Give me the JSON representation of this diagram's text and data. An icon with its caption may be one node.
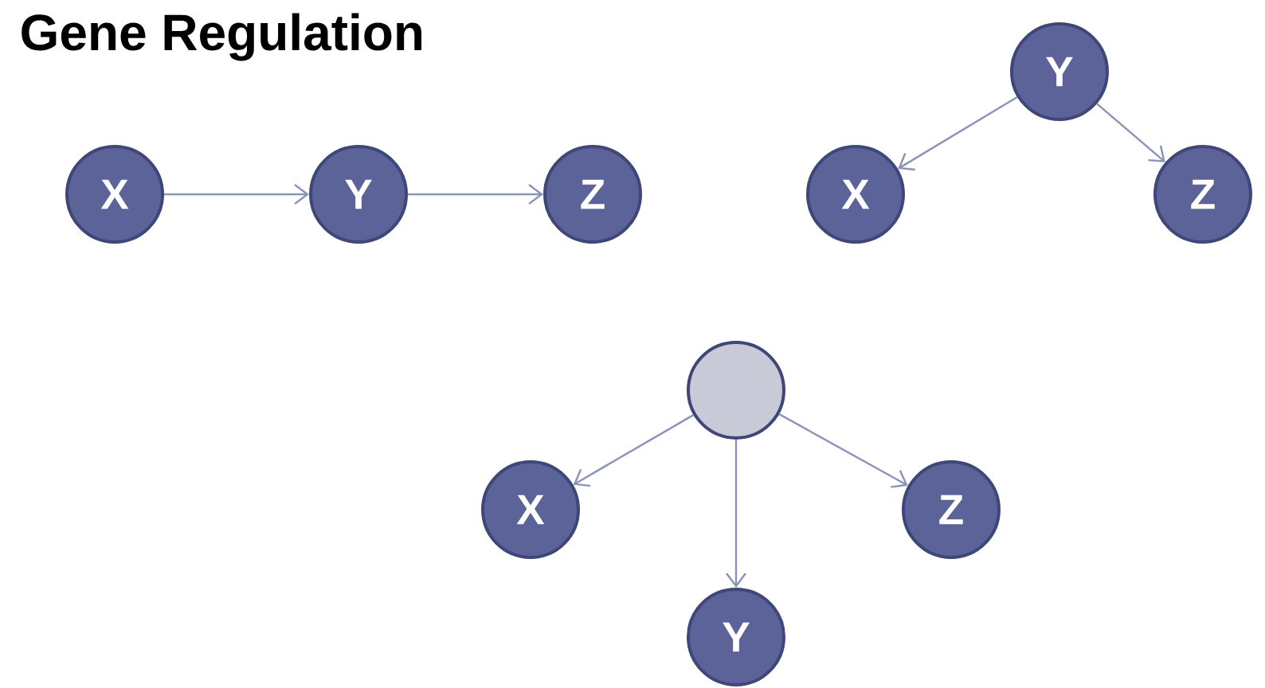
{
  "diagram": {
    "title": "Gene Regulation",
    "nodes": [
      {
        "text": [
          "X"
        ]
      },
      {
        "text": [
          "Y"
        ]
      },
      {
        "text": [
          "Z"
        ]
      },
      {
        "text": [
          "Y"
        ]
      },
      {
        "text": [
          "X"
        ]
      },
      {
        "text": [
          "Z"
        ]
      },
      {
        "text": [],
        "shape": "circle"
      },
      {
        "text": [
          "X"
        ]
      },
      {
        "text": [
          "Z"
        ]
      },
      {
        "text": [
          "Y"
        ]
      }
    ],
    "edges": [
      {
        "from": 0,
        "to": 1,
        "arrow": "to"
      },
      {
        "from": 1,
        "to": 2,
        "arrow": "to"
      },
      {
        "from": 3,
        "to": 4,
        "arrow": "to"
      },
      {
        "from": 3,
        "to": 5,
        "arrow": "to"
      },
      {
        "from": 6,
        "to": 7,
        "arrow": "to"
      },
      {
        "from": 6,
        "to": 9,
        "arrow": "to"
      },
      {
        "from": 6,
        "to": 8,
        "arrow": "to"
      }
    ]
  }
}
